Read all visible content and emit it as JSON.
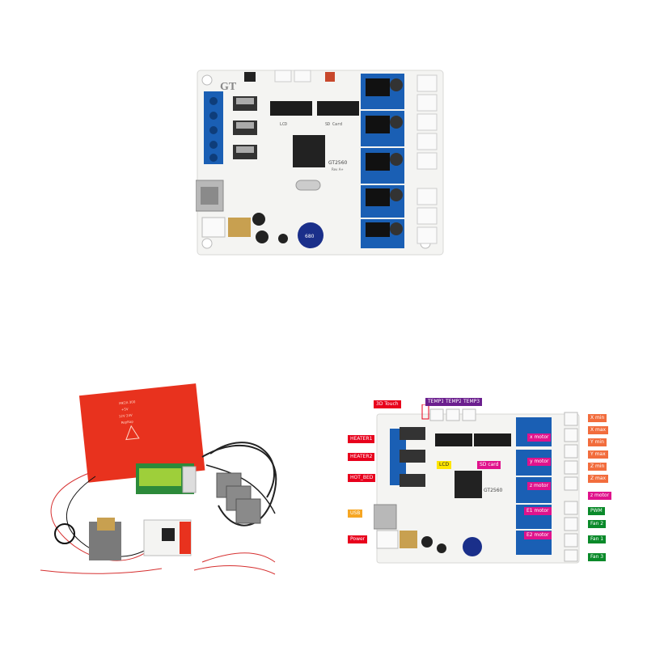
{
  "photo_top": {
    "logo": "GT",
    "chip_label": "GT2560",
    "chip_sublabel": "Rev A+",
    "inductor_label": "680",
    "connector_labels": [
      "LCD",
      "SD Card"
    ]
  },
  "photo_kit": {
    "heatbed_lines": [
      "MK2A 300",
      "+5V",
      "12V 24V",
      "RepRap"
    ]
  },
  "photo_labeled": {
    "chip_label": "GT2560",
    "labels": {
      "touch": "3D Touch",
      "temp1": "TEMP1",
      "temp2": "TEMP2",
      "temp3": "TEMP3",
      "heater1": "HEATER1",
      "heater2": "HEATER2",
      "hotbed": "HOT_BED",
      "usb": "USB",
      "power": "Power",
      "lcd": "LCD",
      "sdcard": "SD card",
      "motor1": "x motor",
      "motor2": "y motor",
      "motor3": "z motor",
      "motor_e1": "E1 motor",
      "motor_e2": "E2 motor",
      "z_motor_right": "z motor",
      "xmin": "X min",
      "xmax": "X max",
      "ymin": "Y min",
      "ymax": "Y max",
      "zmin": "Z min",
      "zmax": "Z max",
      "pwm": "PWM",
      "fan2": "Fan 2",
      "fan1": "Fan 1",
      "fan3": "Fan 3"
    }
  }
}
